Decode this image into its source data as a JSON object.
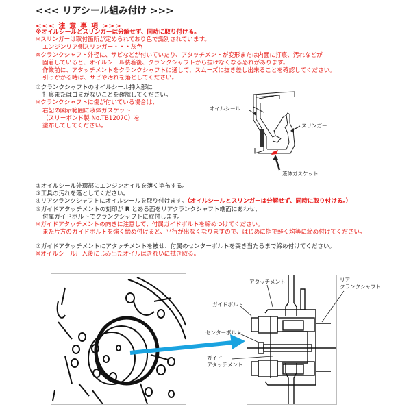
{
  "title": "<<< リアシール組み付け >>>",
  "notes": {
    "heading": "<<< 注 意 事 項 >>>",
    "lines": [
      {
        "text": "※オイルシールとスリンガーは分解せず、同時に取り付ける。",
        "style": "bold-red"
      },
      {
        "text": "※スリンガーは取付箇所が定められており色で識別されています。",
        "style": "red"
      },
      {
        "text": "エンジンリア側スリンガー・・・灰色",
        "style": "red-indent"
      },
      {
        "text": "※クランクシャフト外径に、サビなどが付いていたり、アタッチメントが変形または内面に打痕、汚れなどが",
        "style": "red"
      },
      {
        "text": "固着していると、オイルシール装着後、クランクシャフトから抜けなくなる恐れがあります。",
        "style": "red-indent"
      },
      {
        "text": "作業前に、アタッチメントをクランクシャフトに通して、スムーズに抜き差し出来ることを確認してください。",
        "style": "red-indent"
      },
      {
        "text": "引っかかる時は、サビや汚れを落としてください。",
        "style": "red-indent"
      }
    ]
  },
  "step1": {
    "lines": [
      {
        "text": "①クランクシャフトのオイルシール挿入部に",
        "style": "dark"
      },
      {
        "text": "打痕またはゴミがないことを確認してください。",
        "style": "dark-indent"
      },
      {
        "text": "※クランクシャフトに傷が付いている場合は、",
        "style": "red"
      },
      {
        "text": "右記の図示範囲に液体ガスケット",
        "style": "red-indent"
      },
      {
        "text": "（スリーボンド製 No.TB1207C）を",
        "style": "red-indent"
      },
      {
        "text": "塗布してしてください。",
        "style": "red-indent"
      }
    ]
  },
  "seal_diagram": {
    "labels": {
      "oil_seal": "オイルシール",
      "slinger": "スリンガー",
      "liquid_gasket": "液体ガスケット"
    },
    "highlight_color": "#e8201f"
  },
  "steps_2_6": {
    "step2": "②オイルシール外環部にエンジンオイルを薄く塗布する。",
    "step3": "③工具の汚れを落としてください。",
    "step4_main": "④リアクランクシャフトにオイルシールを取り付けます。",
    "step4_note": "（オイルシールとスリンガーは分解せず、同時に取り付ける。）",
    "step5_a": "⑤ガイドアタッチメントの刻印が",
    "step5_mark": "R",
    "step5_b": "とある面をリアクランクシャフト端面にあわせ、",
    "step5_c": "付属ガイドボルトでクランクシャフトに取付します。",
    "note1": "※ガイドアタッチメントの向きに注意して、付属ガイドボルトを締めつけてください。",
    "note2": "また片方のガイドボルトを強く締め付けると、平行が出なくなりますので、はじめに指で軽く均等に締め付けてください。"
  },
  "step7": {
    "main": "⑦ガイドアタッチメントにアタッチメントを被せ、付属のセンターボルトを突き当たるまで締め付けてください。",
    "note": "※オイルシール圧入後にじみ出たオイルはきれいに拭き取る。"
  },
  "assembly_diagram": {
    "labels": {
      "attachment": "アタッチメント",
      "rear": "リア",
      "crankshaft": "クランクシャフト",
      "guide_bolt": "ガイドボルト",
      "center_bolt": "センターボルト",
      "guide": "ガイド",
      "guide_attachment": "アタッチメント"
    },
    "arrow_color": "#1aa3e0"
  },
  "colors": {
    "text": "#333333",
    "warning_red": "#e8201f",
    "arrow_blue": "#1aa3e0",
    "frame_gray": "#bdbdbd"
  }
}
